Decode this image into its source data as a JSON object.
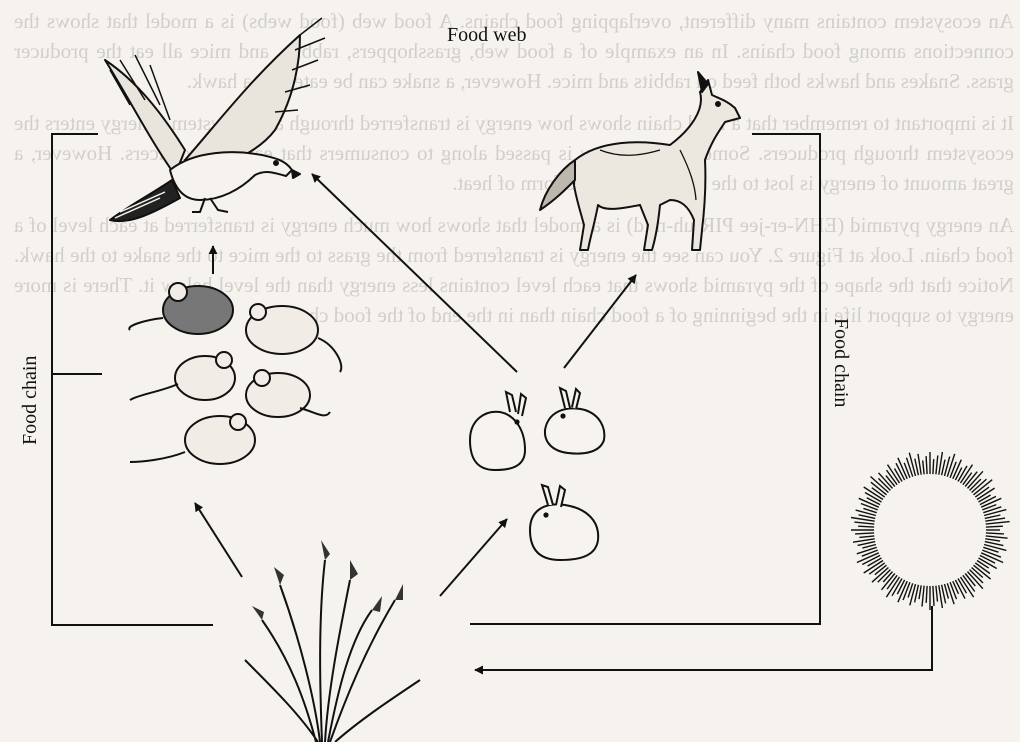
{
  "diagram": {
    "title": "Food web",
    "left_label": "Food chain",
    "right_label": "Food chain"
  },
  "organisms": [
    "hawk",
    "wolf",
    "mouse",
    "rabbit",
    "grass",
    "sun"
  ],
  "show_through_text": [
    "An ecosystem contains many different, overlapping food chains. A food web (food webs) is a model that shows the connections among food chains. In an example of a food web, grasshoppers, rabbits, and mice all eat the producer grass. Snakes and hawks both feed on rabbits and mice. However, a snake can be eaten by a hawk.",
    "It is important to remember that a food chain shows how energy is transferred through an ecosystem. Energy enters the ecosystem through producers. Some of the energy is passed along to consumers that eat the producers. However, a great amount of energy is lost to the ecosystem in the form of heat.",
    "An energy pyramid (EHN-er-jee PIR-uh-mid) is a model that shows how much energy is transferred at each level of a food chain. Look at Figure 2. You can see the energy is transferred from the grass to the mice to the snake to the hawk. Notice that the shape of the pyramid shows that each level contains less energy than the level below it. There is more energy to support life in the beginning of a food chain than in the end of the food chain."
  ]
}
